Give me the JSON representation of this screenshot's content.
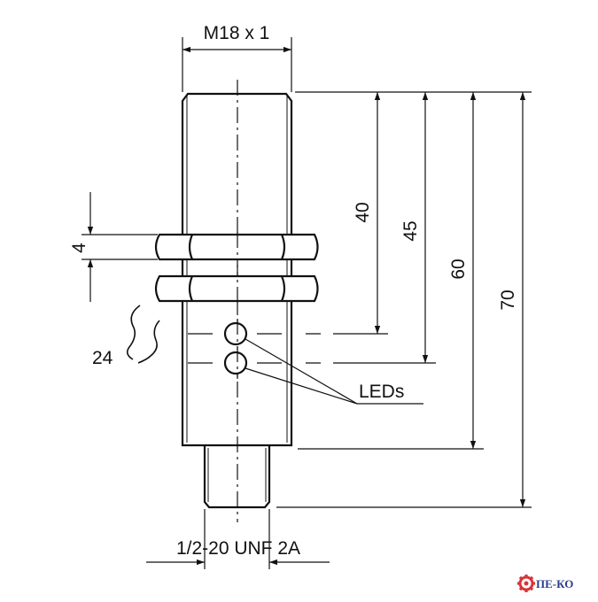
{
  "labels": {
    "thread_top": "M18 x 1",
    "thread_bottom": "1/2-20 UNF 2A",
    "nut_thickness": "4",
    "wrench_size": "24",
    "leds": "LEDs",
    "dim_40": "40",
    "dim_45": "45",
    "dim_60": "60",
    "dim_70": "70"
  },
  "watermark": {
    "text": "ПЕ-КО"
  },
  "colors": {
    "line": "#111111",
    "background": "#ffffff",
    "watermark_gear": "#d8343a",
    "watermark_text": "#2b3f8c"
  }
}
